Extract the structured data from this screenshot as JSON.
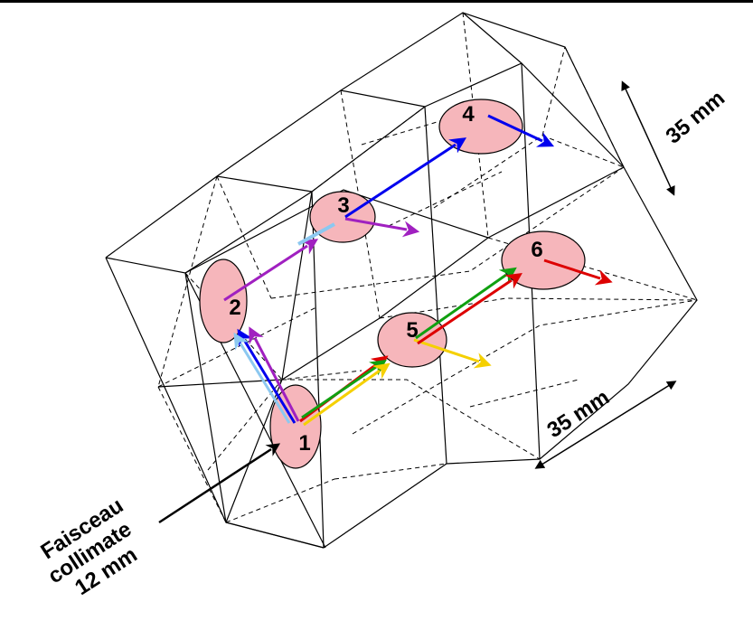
{
  "crystals": [
    {
      "id": "1",
      "label": "1"
    },
    {
      "id": "2",
      "label": "2"
    },
    {
      "id": "3",
      "label": "3"
    },
    {
      "id": "4",
      "label": "4"
    },
    {
      "id": "5",
      "label": "5"
    },
    {
      "id": "6",
      "label": "6"
    }
  ],
  "dimensions": {
    "height_label": "35 mm",
    "width_label": "35 mm"
  },
  "beam": {
    "line1": "Faisceau",
    "line2": "collimate",
    "line3": "12 mm"
  },
  "colors": {
    "spot_fill": "#f6b6bb",
    "blue": "#0000ee",
    "purple": "#a020c0",
    "red": "#dd0000",
    "green": "#10a010",
    "yellow": "#f5d000",
    "lightblue": "#8cc8f0",
    "beam": "#000000"
  }
}
